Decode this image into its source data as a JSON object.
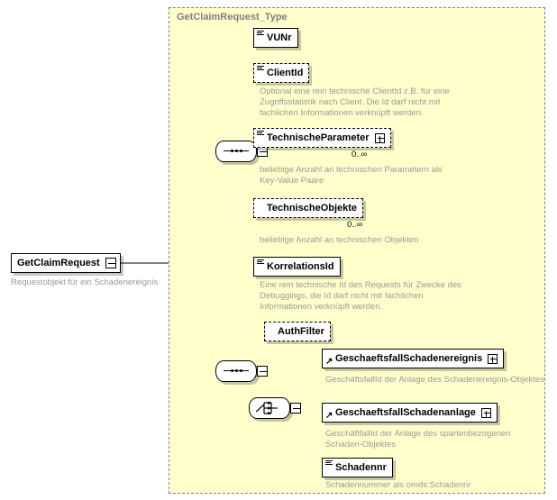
{
  "diagram": {
    "kind": "xml-schema-element-diagram",
    "root": {
      "name": "GetClaimRequest",
      "annotation": "Requestobjekt für ein Schadenereignis",
      "collapse_control": "minus"
    },
    "type_container": {
      "title": "GetClaimRequest_Type",
      "background": "#ffffcc",
      "border_color": "#808080"
    },
    "compositors": [
      {
        "id": "seq1",
        "kind": "sequence",
        "control": "minus"
      },
      {
        "id": "seq2",
        "kind": "sequence",
        "control": "minus"
      },
      {
        "id": "choice1",
        "kind": "choice",
        "control": "minus"
      }
    ],
    "nodes": [
      {
        "name": "VUNr",
        "required": true,
        "icon": "sequence-lines-icon",
        "expandable": false,
        "occurs": "",
        "annotation": ""
      },
      {
        "name": "ClientId",
        "required": false,
        "icon": "sequence-lines-icon",
        "expandable": false,
        "occurs": "",
        "annotation": "Optional eine rein technische ClientId z.B. für eine\nZugriffsstatistik nach Client. Die Id darf nicht mit\nfachlichen Informationen verknüpft werden."
      },
      {
        "name": "TechnischeParameter",
        "required": false,
        "icon": "sequence-lines-icon",
        "expandable": true,
        "occurs": "0..∞",
        "annotation": "beliebige Anzahl an technischen Parametern als\nKey-Value Paare"
      },
      {
        "name": "TechnischeObjekte",
        "required": false,
        "icon": "none",
        "expandable": false,
        "occurs": "0..∞",
        "annotation": "beliebige Anzahl an technischen Objekten"
      },
      {
        "name": "KorrelationsId",
        "required": true,
        "icon": "sequence-lines-icon",
        "expandable": false,
        "occurs": "",
        "annotation": "Eine rein technische Id des Requests für Zwecke des\nDebuggings, die Id darf nicht mit fachlichen\nInformationen verknüpft werden."
      },
      {
        "name": "AuthFilter",
        "required": false,
        "icon": "none",
        "expandable": false,
        "occurs": "",
        "annotation": ""
      },
      {
        "name": "GeschaeftsfallSchadenereignis",
        "required": true,
        "icon": "type-reference-arrow-icon",
        "expandable": true,
        "occurs": "",
        "annotation": "GeschäftsfallId der Anlage des Schadenereignis-Objektes"
      },
      {
        "name": "GeschaeftsfallSchadenanlage",
        "required": true,
        "icon": "type-reference-arrow-icon",
        "expandable": true,
        "occurs": "",
        "annotation": "GeschäftfallId der Anlage des spartenbezogenen\nSchaden-Objektes"
      },
      {
        "name": "Schadennr",
        "required": true,
        "icon": "sequence-lines-icon",
        "expandable": false,
        "occurs": "",
        "annotation": "Schadennummer als omds:Schadennr"
      }
    ]
  }
}
